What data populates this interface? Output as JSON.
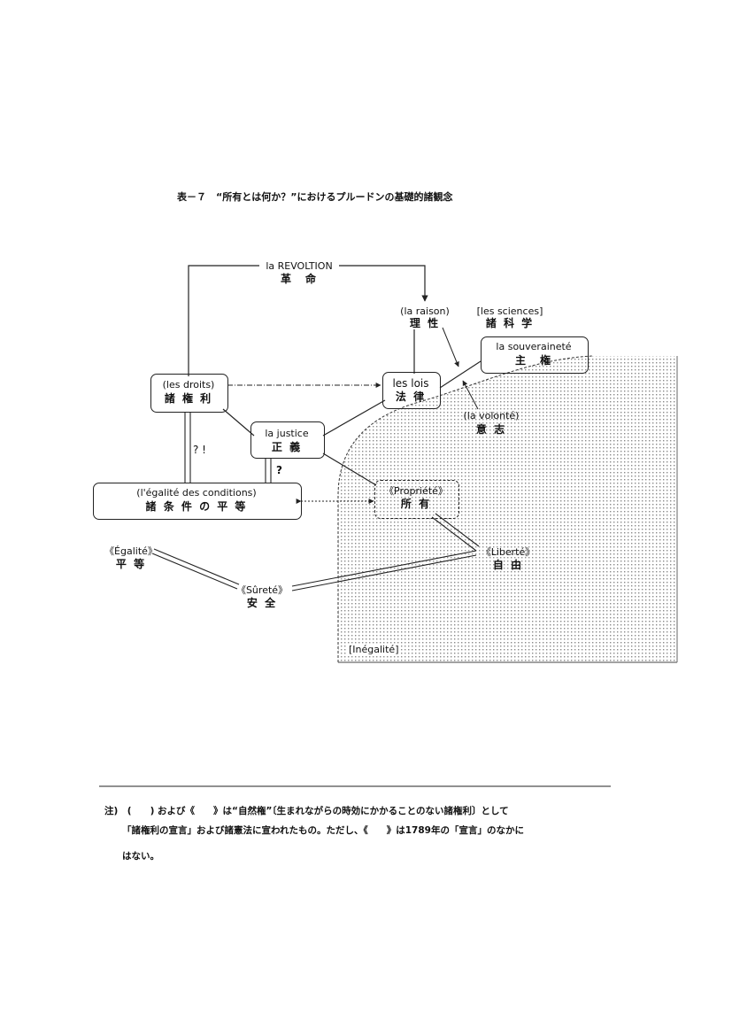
{
  "title": "表－７　“所有とは何か？”におけるプルードンの基礎的諸観念",
  "nodes": {
    "revolution": {
      "fr": "la REVOLTION",
      "jp": "革　命"
    },
    "raison": {
      "fr": "(la raison)",
      "jp": "理 性"
    },
    "sciences": {
      "fr": "[les sciences]",
      "jp": "諸 科 学"
    },
    "souverainete": {
      "fr": "la souveraineté",
      "jp": "主　権"
    },
    "droits": {
      "fr": "(les droits)",
      "jp": "諸 権 利"
    },
    "lois": {
      "fr": "les lois",
      "jp": "法 律"
    },
    "volonte": {
      "fr": "(la volonté)",
      "jp": "意 志"
    },
    "justice": {
      "fr": "la justice",
      "jp": "正 義"
    },
    "egalite_conditions": {
      "fr": "(l'égalité des conditions)",
      "jp": "諸 条 件 の 平 等"
    },
    "propriete": {
      "fr": "《Propriété》",
      "jp": "所 有"
    },
    "egalite": {
      "fr": "《Égalité》",
      "jp": "平 等"
    },
    "liberte": {
      "fr": "《Liberté》",
      "jp": "自 由"
    },
    "surete": {
      "fr": "《Sûreté》",
      "jp": "安 全"
    },
    "inegalite": {
      "fr": "[Inégalité]"
    }
  },
  "marks": {
    "q1": "? !",
    "q2": "?"
  },
  "footnote": {
    "line1": "注)　(　　) および《　　》は“自然権”〔生まれながらの時効にかかることのない諸権利〕として",
    "line2": "「諸権利の宣言」および諸憲法に宣われたもの。ただし、《　　》は1789年の「宣言」のなかに",
    "line3": "はない。"
  }
}
